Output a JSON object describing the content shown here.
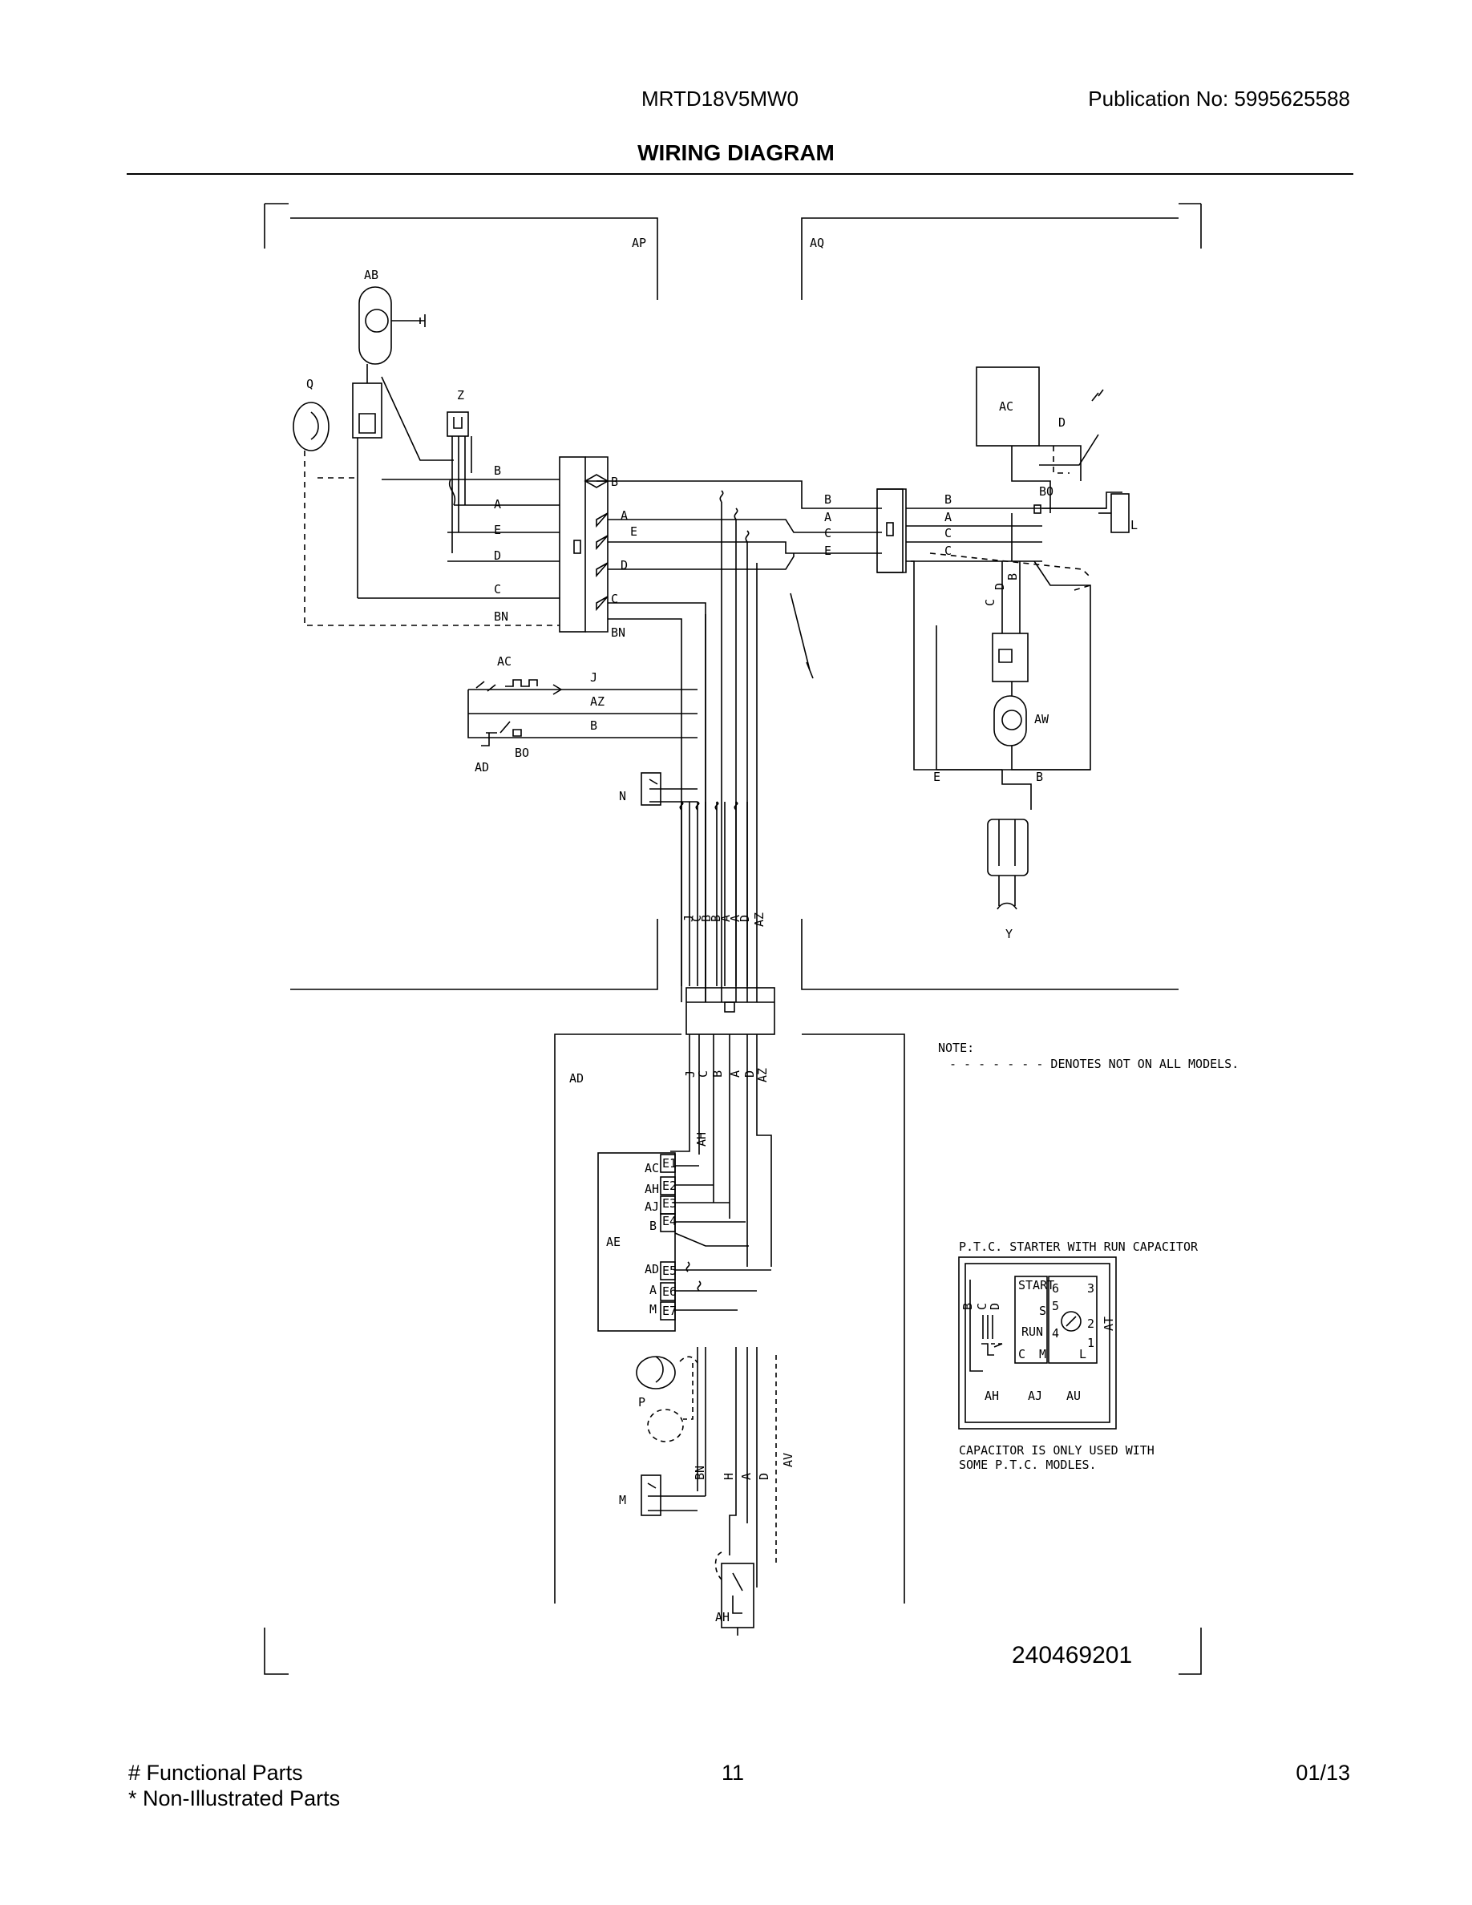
{
  "header": {
    "model": "MRTD18V5MW0",
    "publication": "Publication No:  5995625588",
    "title": "WIRING DIAGRAM"
  },
  "diagram": {
    "number": "240469201",
    "sections": [
      "AP",
      "AQ",
      "AD"
    ],
    "components": {
      "AB": "AB",
      "Q": "Q",
      "Z": "Z",
      "AC_top": "AC",
      "D_top": "D",
      "BO_top": "BO",
      "L": "L",
      "AW": "AW",
      "Y": "Y",
      "AC_left": "AC",
      "J": "J",
      "AZ": "AZ",
      "B_left": "B",
      "AD_left": "AD",
      "BO_left": "BO",
      "N": "N",
      "AE": "AE",
      "P": "P",
      "M": "M",
      "AH": "AH",
      "AV": "AV"
    },
    "wire_labels_left": [
      "B",
      "A",
      "E",
      "D",
      "C",
      "BN"
    ],
    "wire_labels_mid": [
      "B",
      "A",
      "E",
      "D",
      "C",
      "BN"
    ],
    "wire_labels_right_a": [
      "B",
      "A",
      "C",
      "E"
    ],
    "wire_labels_right_b": [
      "B",
      "A",
      "C",
      "C"
    ],
    "vertical_labels_top": [
      "J",
      "C",
      "B",
      "B",
      "A",
      "A",
      "D",
      "AZ"
    ],
    "vertical_labels_bottom": [
      "J",
      "C",
      "B",
      "A",
      "D",
      "AZ"
    ],
    "vertical_labels_ae": [
      "AH"
    ],
    "vertical_labels_low": [
      "BN",
      "H",
      "A",
      "D"
    ],
    "vertical_labels_aw": [
      "C",
      "D",
      "B"
    ],
    "eb_labels": [
      "E",
      "B"
    ],
    "ae_terminals": [
      "AC",
      "AH",
      "AJ",
      "B",
      "AD",
      "A",
      "M"
    ],
    "ae_pins": [
      "E1",
      "E2",
      "E3",
      "E4",
      "E5",
      "E6",
      "E7"
    ],
    "note_title": "NOTE:",
    "note_text": "- - - - - - -  DENOTES NOT ON ALL MODELS.",
    "ptc": {
      "title": "P.T.C. STARTER WITH RUN CAPACITOR",
      "start": "START",
      "run": "RUN",
      "labels_bottom": [
        "AH",
        "AJ",
        "AU"
      ],
      "side_label": "AT",
      "wire_labels": [
        "B",
        "C",
        "D"
      ],
      "pins": [
        "6",
        "5",
        "3",
        "2",
        "1",
        "4",
        "S",
        "C",
        "M",
        "L"
      ],
      "caption": [
        "CAPACITOR IS ONLY USED WITH",
        "SOME P.T.C. MODLES."
      ]
    }
  },
  "footer": {
    "functional": "# Functional Parts",
    "non_illustrated": "* Non-Illustrated Parts",
    "page": "11",
    "date": "01/13"
  }
}
